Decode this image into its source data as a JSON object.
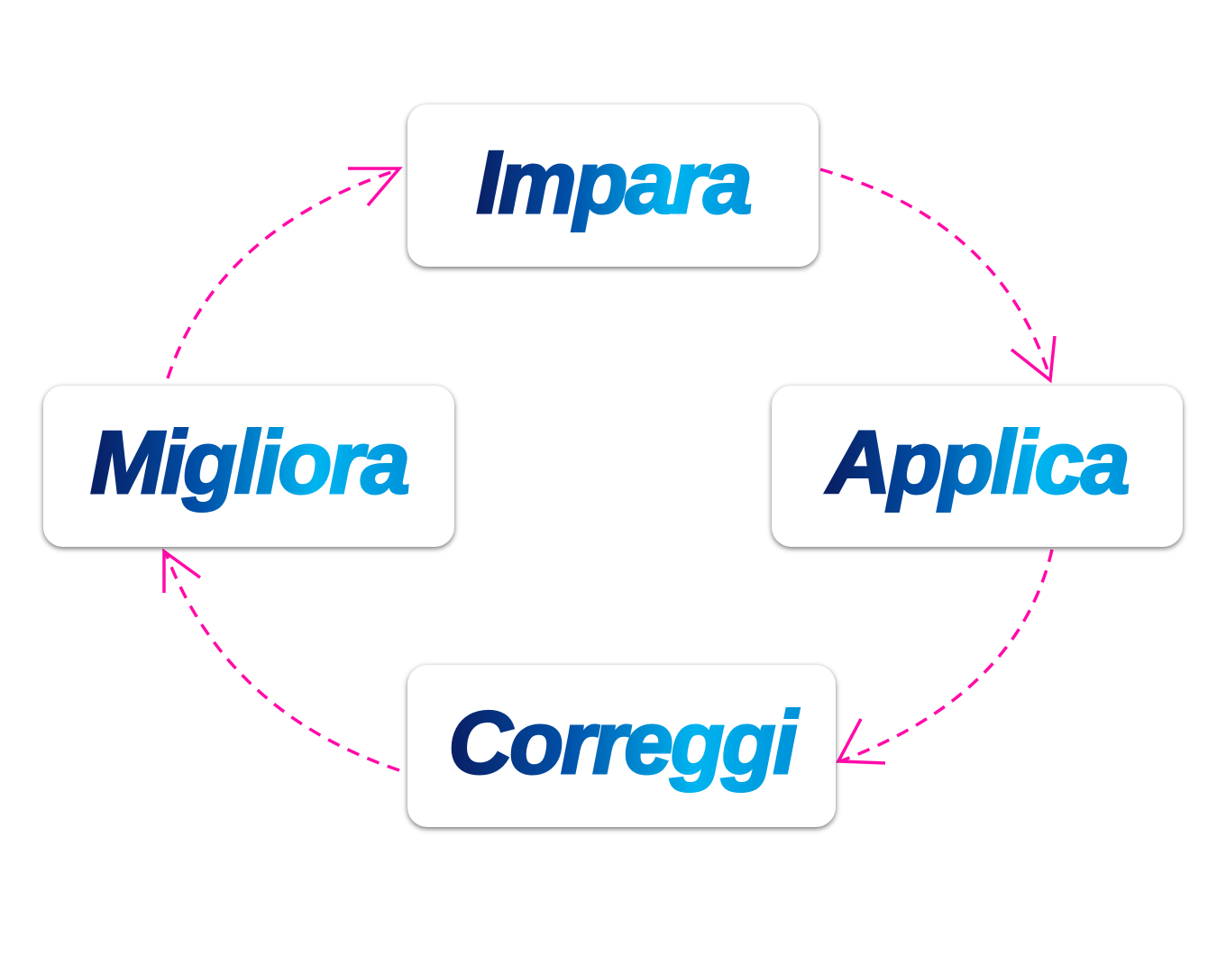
{
  "nodes": {
    "impara": "Impara",
    "applica": "Applica",
    "correggi": "Correggi",
    "migliora": "Migliora"
  },
  "colors": {
    "arrow": "#ff0aa8",
    "text_dark": "#0a1a5e",
    "text_light": "#00b4f0"
  }
}
